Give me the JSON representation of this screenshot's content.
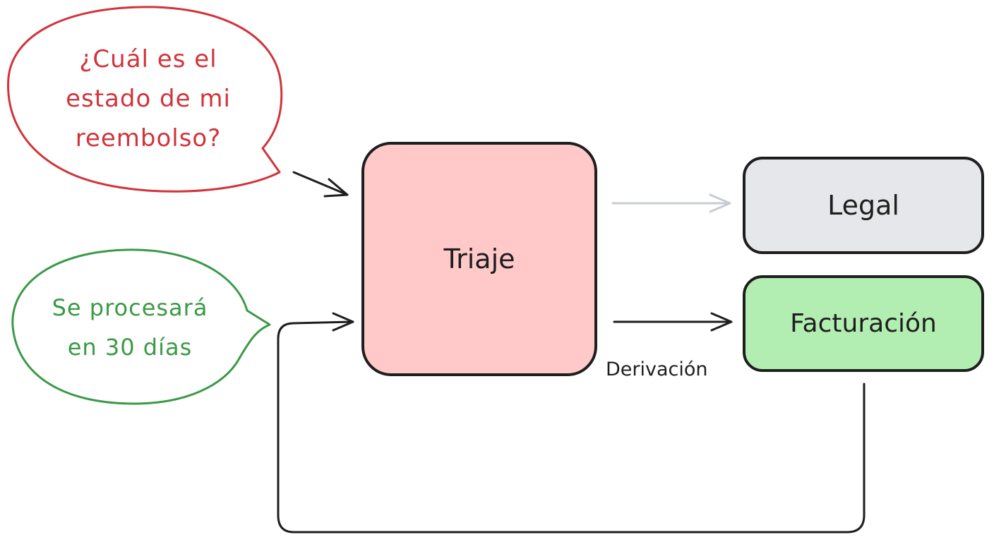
{
  "colors": {
    "question": "#d1343a",
    "answer": "#3a9a46",
    "stroke": "#1e1e1e",
    "faded_arrow": "#c8ccd2",
    "triaje_fill": "#ffc8c9",
    "legal_fill": "#e6e7ea",
    "facturacion_fill": "#b2eeb2"
  },
  "bubbles": {
    "question": {
      "lines": [
        "¿Cuál es el",
        "estado de mi",
        "reembolso?"
      ]
    },
    "answer": {
      "lines": [
        "Se procesará",
        "en 30 días"
      ]
    }
  },
  "nodes": {
    "triaje": {
      "label": "Triaje"
    },
    "legal": {
      "label": "Legal"
    },
    "facturacion": {
      "label": "Facturación"
    }
  },
  "edges": {
    "derivacion_label": "Derivación"
  }
}
